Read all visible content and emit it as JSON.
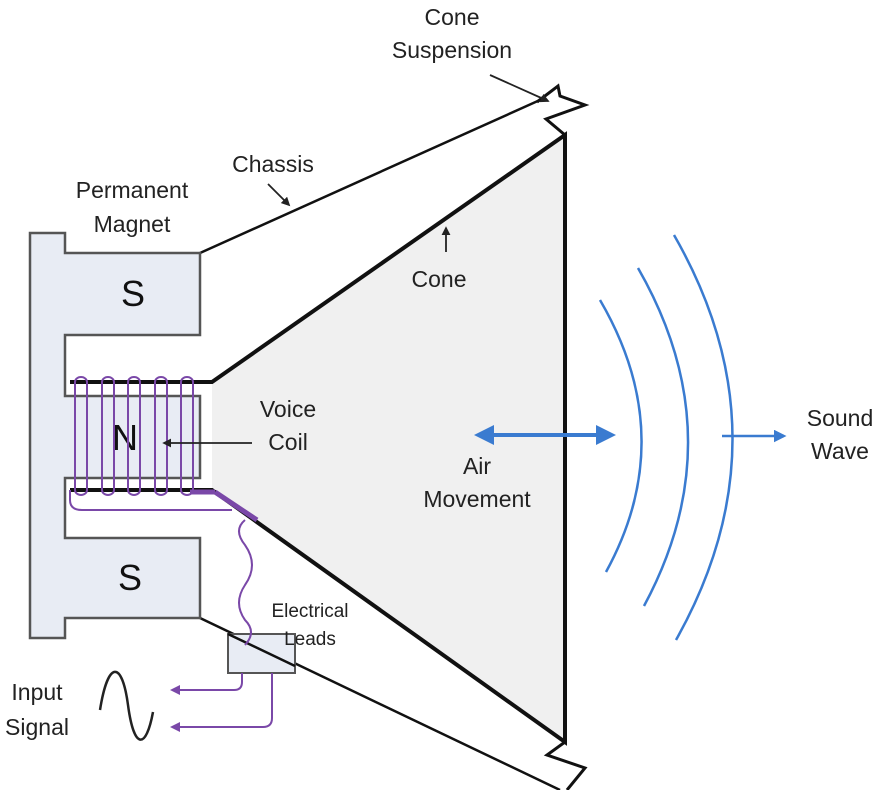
{
  "labels": {
    "cone_suspension": [
      "Cone",
      "Suspension"
    ],
    "chassis": "Chassis",
    "permanent_magnet": [
      "Permanent",
      "Magnet"
    ],
    "cone": "Cone",
    "voice_coil": [
      "Voice",
      "Coil"
    ],
    "air_movement": [
      "Air",
      "Movement"
    ],
    "sound_wave": [
      "Sound",
      "Wave"
    ],
    "electrical_leads": [
      "Electrical",
      "Leads"
    ],
    "input_signal": [
      "Input",
      "Signal"
    ],
    "pole_south_top": "S",
    "pole_north": "N",
    "pole_south_bottom": "S"
  },
  "colors": {
    "magnet_fill": "#e8ecf4",
    "cone_fill": "#f0f0f0",
    "coil": "#7a48a8",
    "arrow_blue": "#3a7bd0"
  }
}
